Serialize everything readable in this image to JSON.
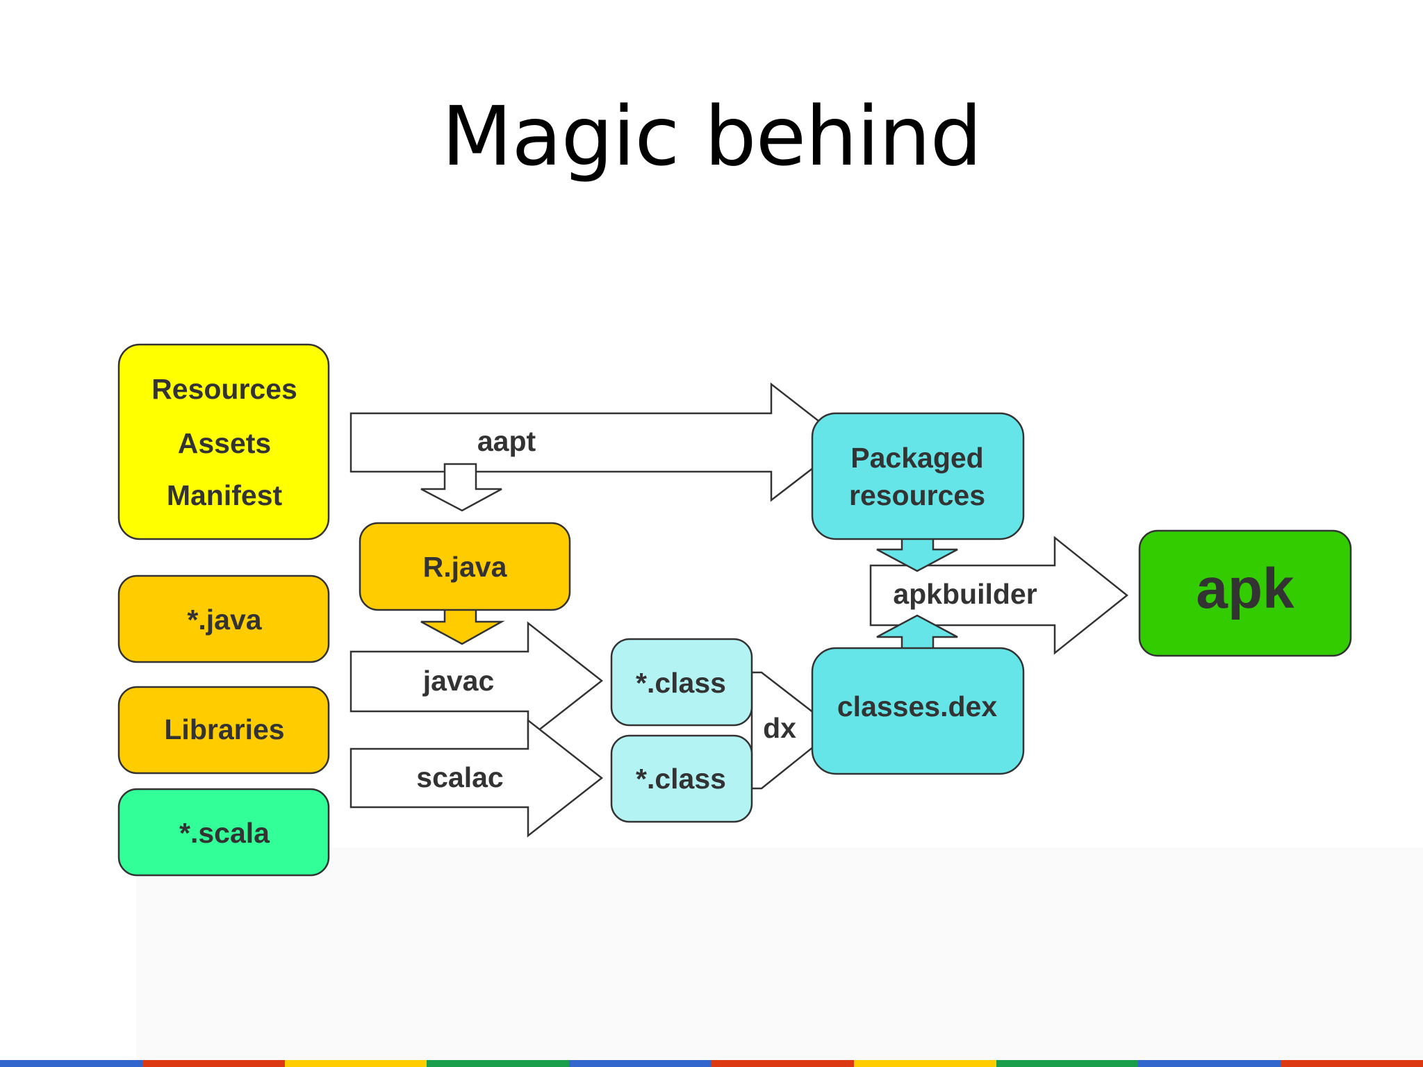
{
  "slide": {
    "title": "Magic behind"
  },
  "diagram": {
    "inputs": {
      "resources": [
        "Resources",
        "Assets",
        "Manifest"
      ],
      "java": "*.java",
      "libraries": "Libraries",
      "scala": "*.scala"
    },
    "tools": {
      "aapt": "aapt",
      "javac": "javac",
      "scalac": "scalac",
      "dx": "dx",
      "apkbuilder": "apkbuilder"
    },
    "artifacts": {
      "r_java": "R.java",
      "class_1": "*.class",
      "class_2": "*.class",
      "packaged_resources": [
        "Packaged",
        "resources"
      ],
      "classes_dex": "classes.dex",
      "apk": "apk"
    },
    "colors": {
      "yellow": "#ffff00",
      "orange": "#ffcc00",
      "scala_green": "#33ff99",
      "cyan": "#66e5e8",
      "light_cyan": "#b3f3f3",
      "apk_green": "#33cc00"
    }
  },
  "footer": {
    "strip_colors": [
      "#3366cc",
      "#dc3912",
      "#ffcc00",
      "#1a9e4b",
      "#3366cc",
      "#dc3912",
      "#ffcc00",
      "#1a9e4b",
      "#3366cc",
      "#dc3912"
    ]
  }
}
